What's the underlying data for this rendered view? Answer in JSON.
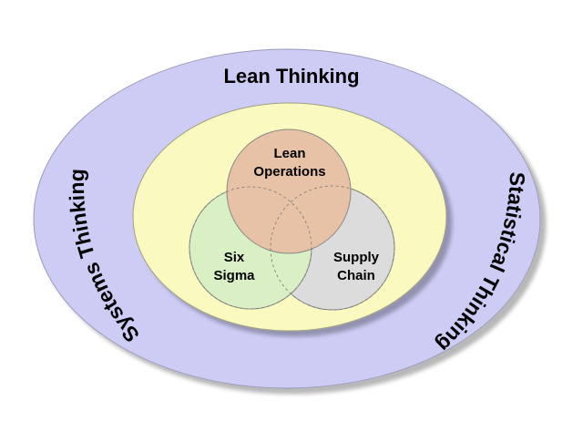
{
  "diagram": {
    "outer_ring": {
      "label": "Lean Thinking",
      "fill": "#ccccf5"
    },
    "inner_ring": {
      "fill": "#fafac0"
    },
    "left_side_label": "Systems Thinking",
    "right_side_label": "Statistical Thinking",
    "circles": [
      {
        "line1": "Lean",
        "line2": "Operations",
        "fill": "#e8c2a6"
      },
      {
        "line1": "Six",
        "line2": "Sigma",
        "fill": "#d8f0c4"
      },
      {
        "line1": "Supply",
        "line2": "Chain",
        "fill": "#dcdcdc"
      }
    ]
  }
}
